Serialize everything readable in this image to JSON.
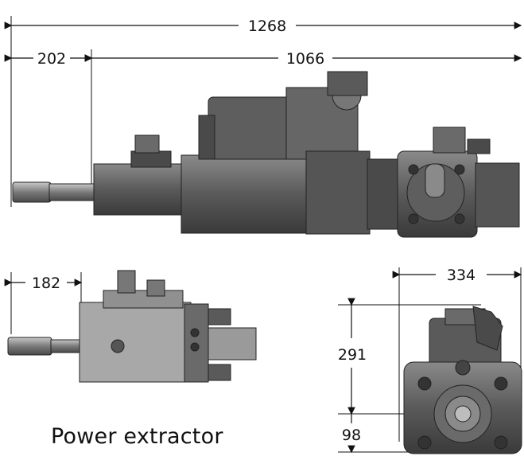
{
  "dimensions": {
    "top_overall": "1268",
    "top_left": "202",
    "top_right": "1066",
    "side_left": "182",
    "front_width": "334",
    "front_height_upper": "291",
    "front_height_lower": "98"
  },
  "caption": "Power extractor",
  "colors": {
    "line": "#111111",
    "part_dark": "#3a3a3a",
    "part_mid": "#6b6b6b",
    "part_light": "#9a9a9a"
  }
}
